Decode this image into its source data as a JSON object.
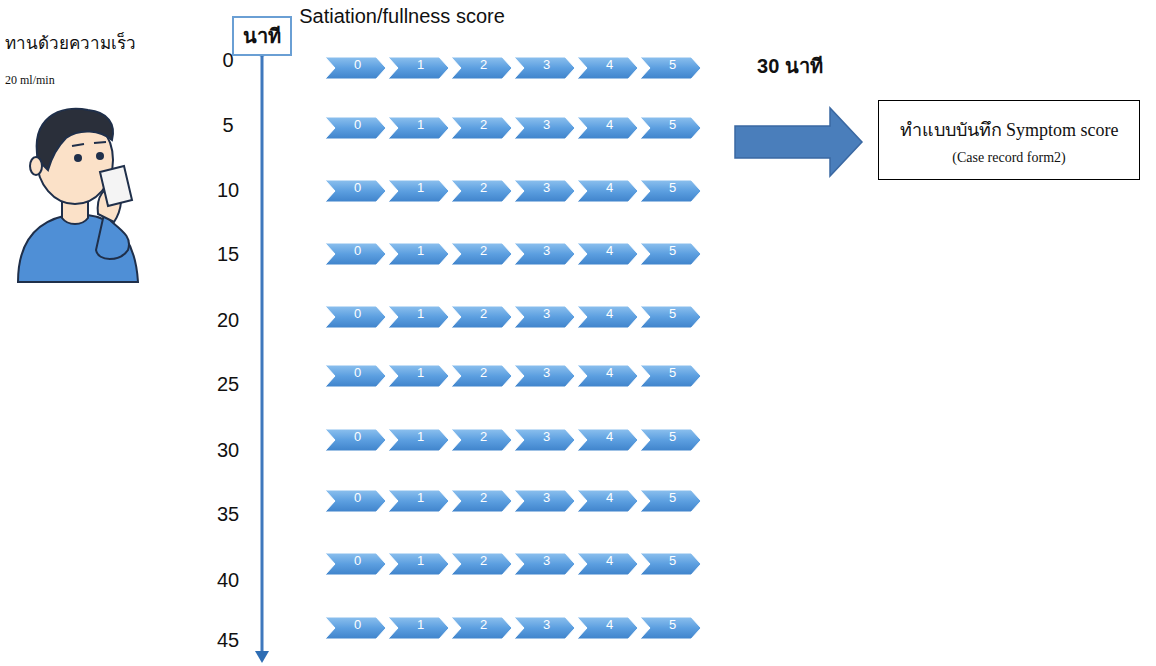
{
  "diagram": {
    "title": "Satiation/fullness score",
    "nodes": [
      {
        "text": [
          "นาที"
        ]
      },
      {
        "text": [
          "0"
        ]
      },
      {
        "text": [
          "1"
        ]
      },
      {
        "text": [
          "2"
        ]
      },
      {
        "text": [
          "3"
        ]
      },
      {
        "text": [
          "4"
        ]
      },
      {
        "text": [
          "5"
        ]
      },
      {
        "text": [
          "0"
        ]
      },
      {
        "text": [
          "1"
        ]
      },
      {
        "text": [
          "2"
        ]
      },
      {
        "text": [
          "3"
        ]
      },
      {
        "text": [
          "4"
        ]
      },
      {
        "text": [
          "5"
        ]
      },
      {
        "text": [
          "0"
        ]
      },
      {
        "text": [
          "1"
        ]
      },
      {
        "text": [
          "2"
        ]
      },
      {
        "text": [
          "3"
        ]
      },
      {
        "text": [
          "4"
        ]
      },
      {
        "text": [
          "5"
        ]
      },
      {
        "text": [
          "0"
        ]
      },
      {
        "text": [
          "1"
        ]
      },
      {
        "text": [
          "2"
        ]
      },
      {
        "text": [
          "3"
        ]
      },
      {
        "text": [
          "4"
        ]
      },
      {
        "text": [
          "5"
        ]
      },
      {
        "text": [
          "0"
        ]
      },
      {
        "text": [
          "1"
        ]
      },
      {
        "text": [
          "2"
        ]
      },
      {
        "text": [
          "3"
        ]
      },
      {
        "text": [
          "4"
        ]
      },
      {
        "text": [
          "5"
        ]
      },
      {
        "text": [
          "0"
        ]
      },
      {
        "text": [
          "1"
        ]
      },
      {
        "text": [
          "2"
        ]
      },
      {
        "text": [
          "3"
        ]
      },
      {
        "text": [
          "4"
        ]
      },
      {
        "text": [
          "5"
        ]
      },
      {
        "text": [
          "0"
        ]
      },
      {
        "text": [
          "1"
        ]
      },
      {
        "text": [
          "2"
        ]
      },
      {
        "text": [
          "3"
        ]
      },
      {
        "text": [
          "4"
        ]
      },
      {
        "text": [
          "5"
        ]
      },
      {
        "text": [
          "0"
        ]
      },
      {
        "text": [
          "1"
        ]
      },
      {
        "text": [
          "2"
        ]
      },
      {
        "text": [
          "3"
        ]
      },
      {
        "text": [
          "4"
        ]
      },
      {
        "text": [
          "5"
        ]
      },
      {
        "text": [
          "0"
        ]
      },
      {
        "text": [
          "1"
        ]
      },
      {
        "text": [
          "2"
        ]
      },
      {
        "text": [
          "3"
        ]
      },
      {
        "text": [
          "4"
        ]
      },
      {
        "text": [
          "5"
        ]
      },
      {
        "text": [
          "0"
        ]
      },
      {
        "text": [
          "1"
        ]
      },
      {
        "text": [
          "2"
        ]
      },
      {
        "text": [
          "3"
        ]
      },
      {
        "text": [
          "4"
        ]
      },
      {
        "text": [
          "5"
        ]
      },
      {
        "text": [
          "ทำแบบบันทึก Symptom score",
          "(Case record form2)"
        ]
      }
    ],
    "labels": [
      "ทานด้วยความเร็ว",
      "20 ml/min",
      "0",
      "5",
      "10",
      "15",
      "20",
      "25",
      "30",
      "35",
      "40",
      "45",
      "30 นาที"
    ]
  }
}
